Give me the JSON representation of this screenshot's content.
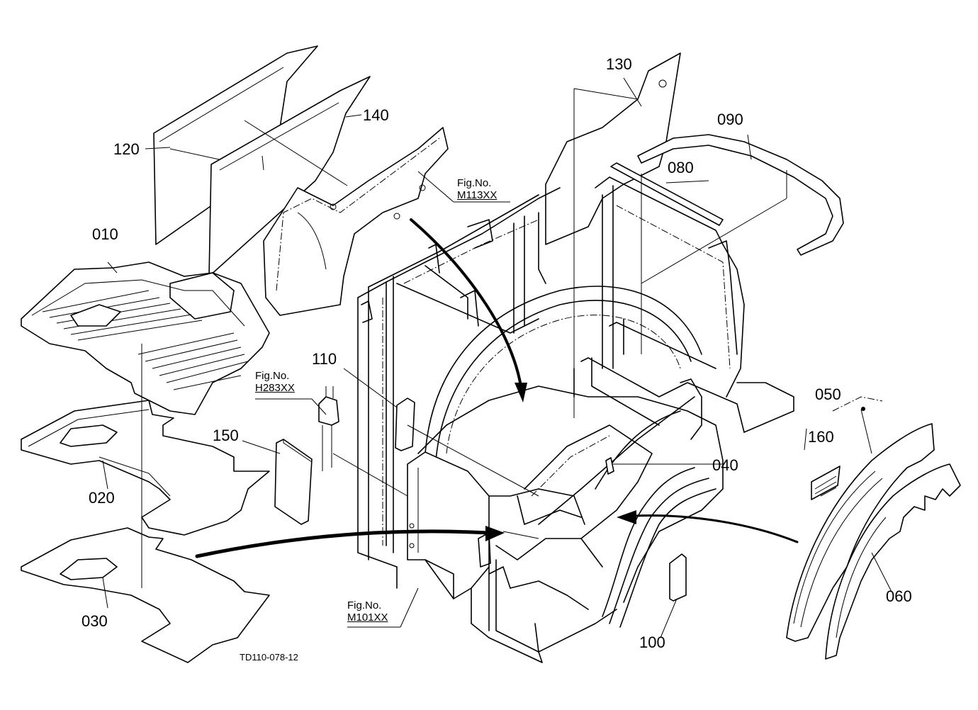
{
  "parts": {
    "p010": "010",
    "p020": "020",
    "p030": "030",
    "p040": "040",
    "p050": "050",
    "p060": "060",
    "p080": "080",
    "p090": "090",
    "p100": "100",
    "p110": "110",
    "p120": "120",
    "p130": "130",
    "p140": "140",
    "p150": "150",
    "p160": "160"
  },
  "figure_refs": {
    "m113": {
      "line1": "Fig.No.",
      "line2": "M113XX"
    },
    "h283": {
      "line1": "Fig.No.",
      "line2": "H283XX"
    },
    "m101": {
      "line1": "Fig.No.",
      "line2": "M101XX"
    }
  },
  "drawing_code": "TD110-078-12"
}
